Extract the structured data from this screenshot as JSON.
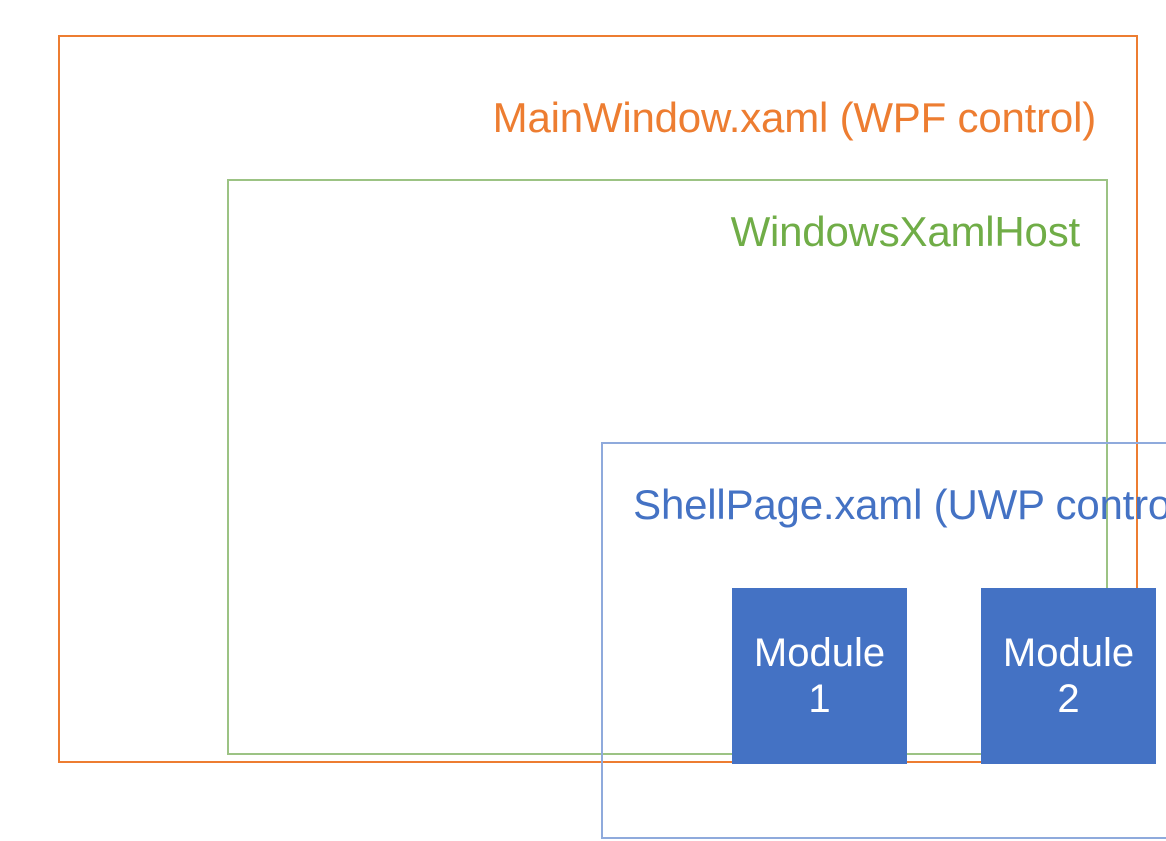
{
  "diagram": {
    "title": "MainWindow.xaml (WPF control)",
    "layers": [
      {
        "id": "mainwindow",
        "label": "MainWindow.xaml (WPF control)",
        "border_color": "#ED7D31",
        "text_color": "#ED7D31"
      },
      {
        "id": "windowsxamlhost",
        "label": "WindowsXamlHost",
        "border_color": "#9CC384",
        "text_color": "#70AD47"
      },
      {
        "id": "shellpage",
        "label": "ShellPage.xaml (UWP control)",
        "border_color": "#8FAADC",
        "text_color": "#4472C4"
      }
    ],
    "modules": [
      {
        "id": "module-1",
        "label": "Module 1",
        "fill_color": "#4472C4",
        "text_color": "#FFFFFF"
      },
      {
        "id": "module-2",
        "label": "Module 2",
        "fill_color": "#4472C4",
        "text_color": "#FFFFFF"
      }
    ],
    "background_color": "#FFFFFF"
  }
}
